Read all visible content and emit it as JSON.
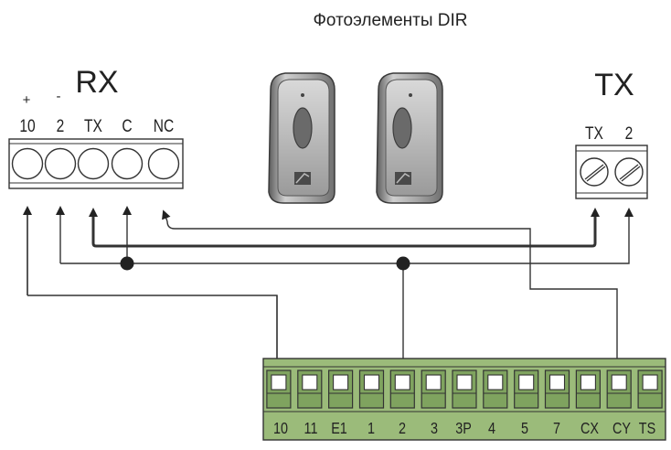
{
  "title": "Фотоэлементы DIR",
  "rx": {
    "label": "RX",
    "polarity": [
      "+",
      "-"
    ],
    "terminals": [
      "10",
      "2",
      "TX",
      "C",
      "NC"
    ]
  },
  "tx": {
    "label": "TX",
    "terminals": [
      "TX",
      "2"
    ]
  },
  "board": {
    "terminals": [
      "10",
      "11",
      "E1",
      "1",
      "2",
      "3",
      "3P",
      "4",
      "5",
      "7",
      "CX",
      "CY",
      "TS"
    ]
  },
  "colors": {
    "board_fill": "#9bbb7a",
    "board_slot": "#7fa35f",
    "wire": "#333333"
  }
}
